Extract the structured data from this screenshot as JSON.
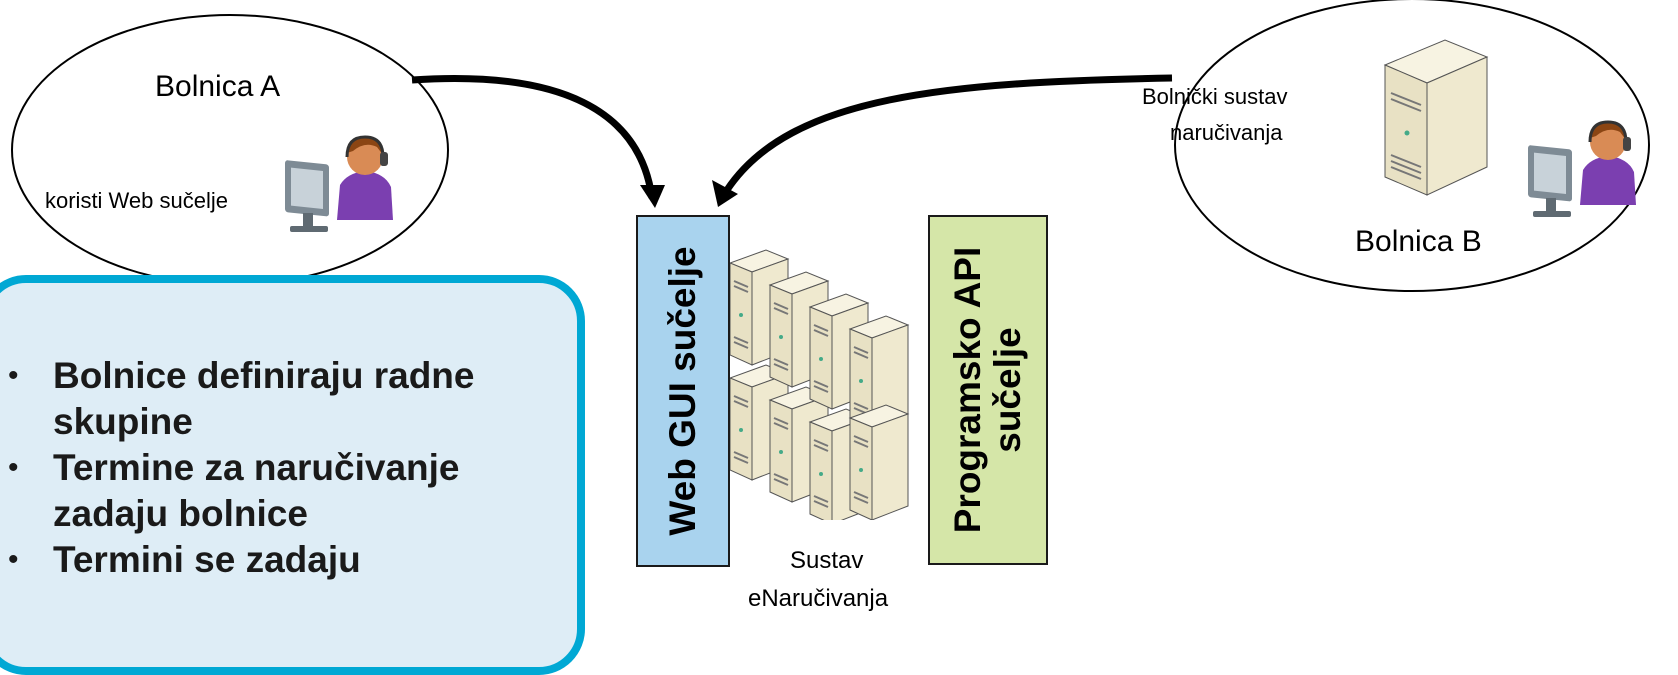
{
  "hospital_a": {
    "title": "Bolnica A",
    "caption": "koristi Web sučelje"
  },
  "hospital_b": {
    "title": "Bolnica B",
    "system_label_line1": "Bolnički sustav",
    "system_label_line2": "naručivanja"
  },
  "central_system": {
    "web_gui_label": "Web GUI sučelje",
    "api_label_line1": "Programsko API",
    "api_label_line2": "sučelje",
    "caption_line1": "Sustav",
    "caption_line2": "eNaručivanja"
  },
  "notes": {
    "bullets": [
      "Bolnice definiraju radne skupine",
      "Termine za naručivanje zadaju bolnice",
      "Termini se zadaju"
    ]
  },
  "colors": {
    "web_gui_box": "#a9d3ee",
    "api_box": "#d5e6a8",
    "note_fill": "#deedf6",
    "note_border": "#00a8d4"
  }
}
